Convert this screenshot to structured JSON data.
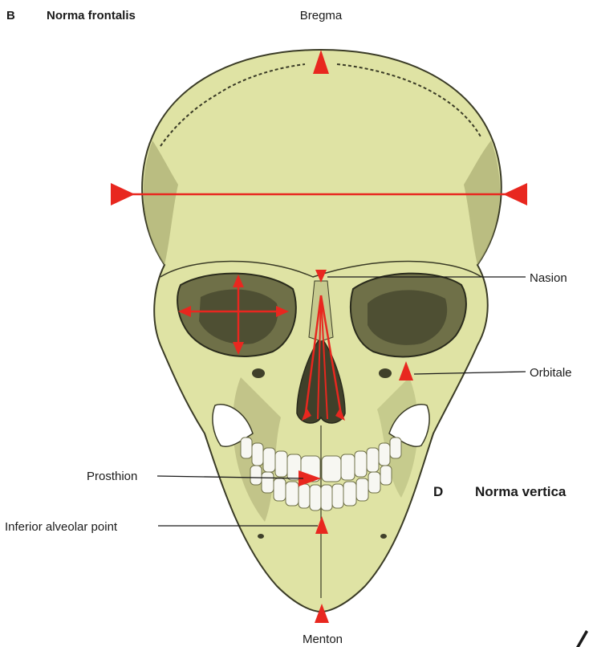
{
  "panel_b": {
    "letter": "B",
    "title": "Norma frontalis"
  },
  "panel_d": {
    "letter": "D",
    "title": "Norma vertica"
  },
  "labels": {
    "bregma": "Bregma",
    "nasion": "Nasion",
    "orbitale": "Orbitale",
    "prosthion": "Prosthion",
    "inferior_alveolar_point": "Inferior alveolar point",
    "menton": "Menton"
  },
  "colors": {
    "bone": "#dfe3a4",
    "bone_shadow": "#a9ac72",
    "bone_dark": "#6f7048",
    "cavity": "#4e4f33",
    "marker": "#e8271f",
    "tooth": "#f7f7f2"
  }
}
